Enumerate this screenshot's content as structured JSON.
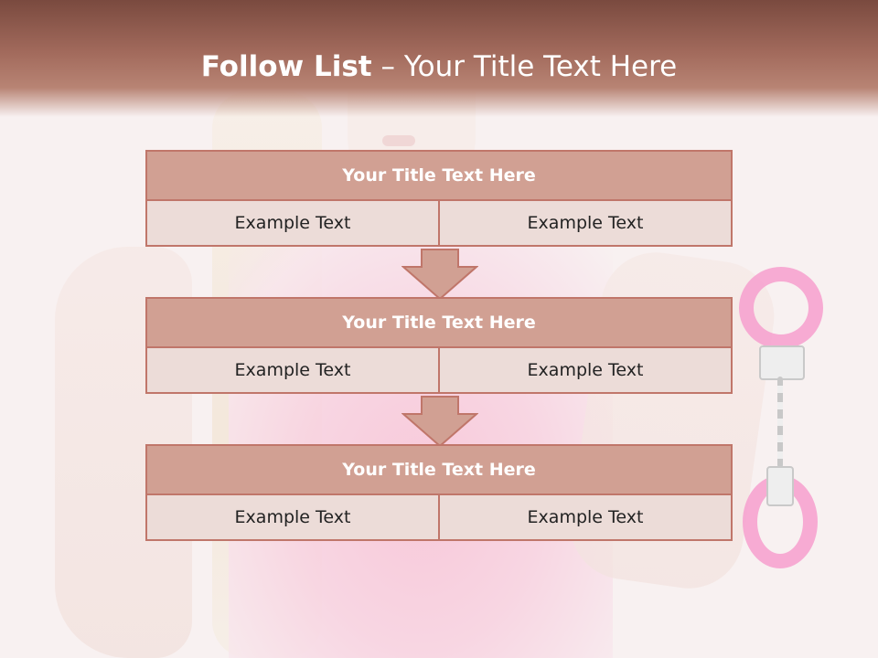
{
  "header": {
    "title_bold": "Follow List",
    "title_rest": " – Your Title Text Here"
  },
  "blocks": [
    {
      "title": "Your Title Text Here",
      "left": "Example Text",
      "right": "Example Text"
    },
    {
      "title": "Your Title Text Here",
      "left": "Example Text",
      "right": "Example Text"
    },
    {
      "title": "Your Title Text Here",
      "left": "Example Text",
      "right": "Example Text"
    }
  ],
  "colors": {
    "banner": "#a26a5c",
    "block_header": "#d1a093",
    "block_cell": "#ecdcd8",
    "border": "#c0766a"
  }
}
